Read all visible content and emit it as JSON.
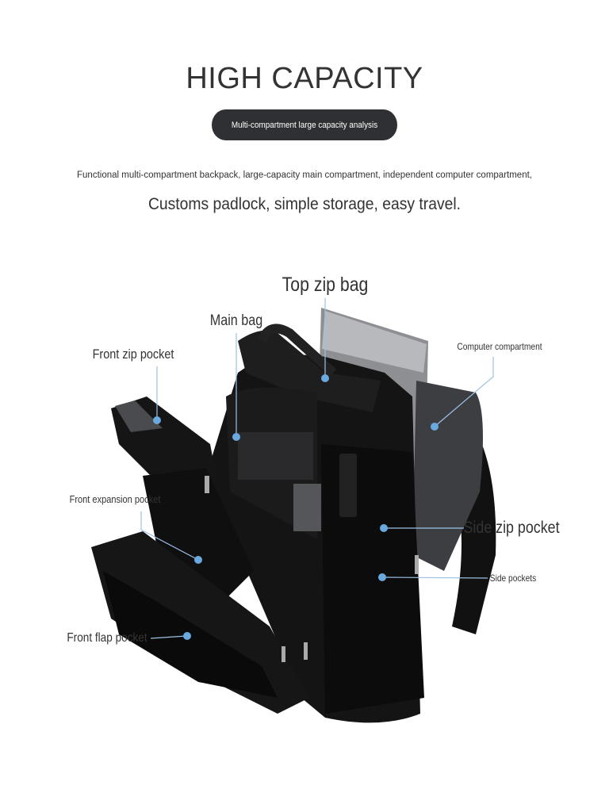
{
  "header": {
    "title": "HIGH CAPACITY",
    "badge": "Multi-compartment large capacity analysis",
    "description": "Functional multi-compartment backpack, large-capacity main compartment, independent computer compartment,",
    "tagline": "Customs padlock, simple storage, easy travel."
  },
  "callouts": [
    {
      "label": "Top zip bag"
    },
    {
      "label": "Main bag"
    },
    {
      "label": "Front zip pocket"
    },
    {
      "label": "Computer compartment"
    },
    {
      "label": "Front expansion pocket"
    },
    {
      "label": "Side zip pocket"
    },
    {
      "label": "Side pockets"
    },
    {
      "label": "Front flap pocket"
    }
  ],
  "colors": {
    "badge_bg": "#2f3033",
    "callout_dot": "#6aa8e0",
    "callout_line": "#9cc2e6"
  }
}
